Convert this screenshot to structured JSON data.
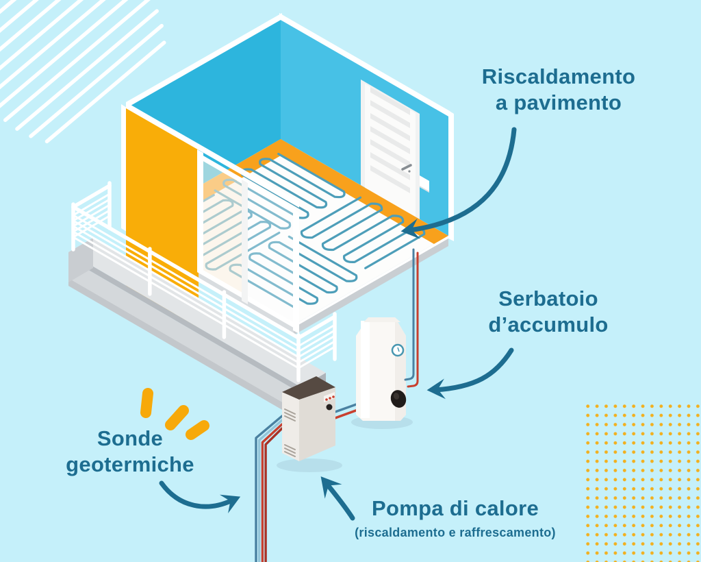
{
  "labels": {
    "floor_heating_1": "Riscaldamento",
    "floor_heating_2": "a pavimento",
    "storage_tank_1": "Serbatoio",
    "storage_tank_2": "d’accumulo",
    "geo_probes_1": "Sonde",
    "geo_probes_2": "geotermiche",
    "heat_pump": "Pompa di calore",
    "heat_pump_sub": "(riscaldamento e raffrescamento)"
  },
  "colors": {
    "background": "#c5f0fa",
    "label_and_arrow_ink": "#1d6d90",
    "wall_blue_left": "#2db5dd",
    "wall_blue_right": "#47c1e6",
    "wall_yellow": "#f9ad08",
    "floor_border_orange": "#f8a11c",
    "heating_pipe_teal": "#4d9eb9",
    "pipe_red": "#c8402f",
    "pipe_dark_red": "#a93226",
    "pipe_blue": "#4a81a1",
    "pipe_light_blue": "#93c4d8",
    "accent_yellow": "#f7a90a",
    "dots_yellow": "#f2b01f"
  }
}
